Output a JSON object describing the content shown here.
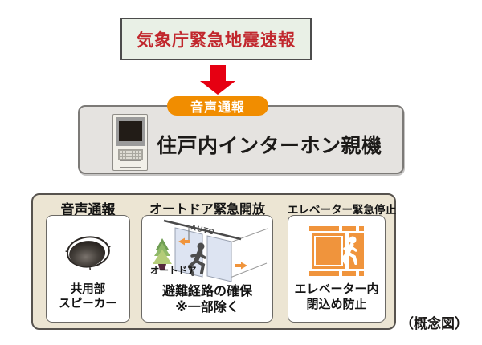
{
  "flow": {
    "source_label": "気象庁緊急地震速報",
    "arrow_icon": "red-down-arrow",
    "badge_label": "音声通報",
    "intercom_label": "住戸内インターホン親機"
  },
  "panels": [
    {
      "title": "音声通報",
      "icon": "ceiling-speaker-icon",
      "caption_lines": [
        "共用部",
        "スピーカー"
      ]
    },
    {
      "title": "オートドア緊急開放",
      "icon": "auto-door-icon",
      "labels": {
        "auto": "AUTO",
        "auto_door": "オートドア"
      },
      "caption_lines": [
        "避難経路の確保",
        "※一部除く"
      ]
    },
    {
      "title": "エレベーター緊急停止",
      "icon": "elevator-icon",
      "caption_lines": [
        "エレベーター内",
        "閉込め防止"
      ]
    }
  ],
  "footer": {
    "caption": "（概念図）"
  },
  "colors": {
    "alert_text_red": "#c1272d",
    "arrow_red": "#e60012",
    "badge_orange": "#f18d00",
    "elevator_orange": "#f0943c",
    "panel_beige": "#ece5d3",
    "alert_box_green": "#e9f0e6",
    "door_glass_blue": "#dde4f2"
  }
}
